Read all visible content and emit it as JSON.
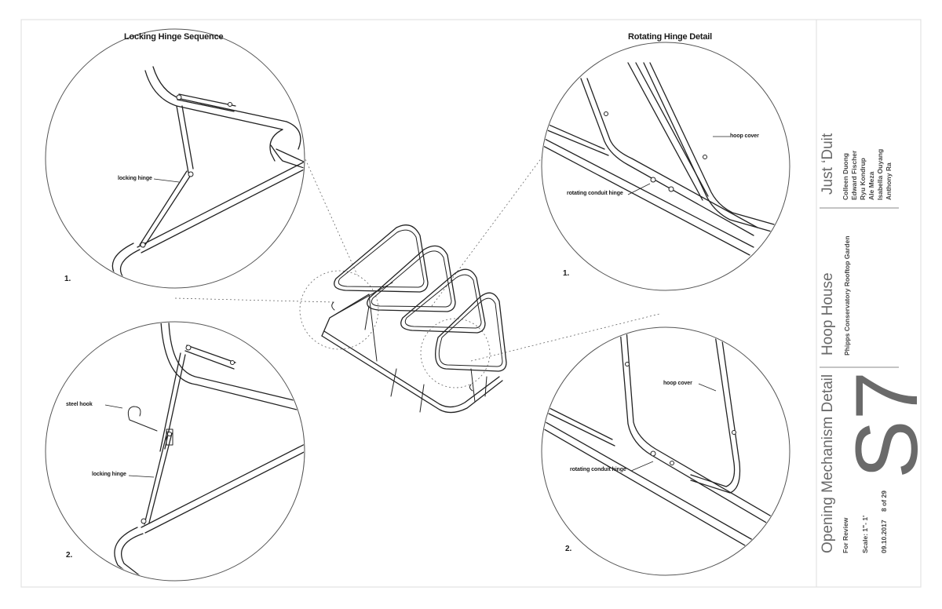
{
  "sections": {
    "left_title": "Locking Hinge Sequence",
    "right_title": "Rotating Hinge Detail"
  },
  "details": {
    "tl": {
      "step": "1.",
      "labels": [
        "locking hinge"
      ]
    },
    "bl": {
      "step": "2.",
      "labels": [
        "steel hook",
        "locking hinge"
      ]
    },
    "tr": {
      "step": "1.",
      "labels": [
        "hoop cover",
        "rotating conduit hinge"
      ]
    },
    "br": {
      "step": "2.",
      "labels": [
        "hoop cover",
        "rotating conduit hinge"
      ]
    }
  },
  "title_block": {
    "team_name": "Just ‘Duit",
    "members": [
      "Colleen Duong",
      "Edward Fischer",
      "Ryu Kondrup",
      "Ale Meza",
      "Isabella Ouyang",
      "Anthony Ra"
    ],
    "project": "Hoop House",
    "client": "Phipps Conservatory Rooftop Garden",
    "sheet_title": "Opening Mechanism Detail",
    "status": "For Review",
    "scale": "Scale: 1\"- 1'",
    "date": "09.10.2017",
    "page": "8 of 29",
    "sheet_number": "S7"
  },
  "colors": {
    "line": "#222222",
    "title_block_text": "#6a6a6a",
    "frame": "#dddddd"
  }
}
